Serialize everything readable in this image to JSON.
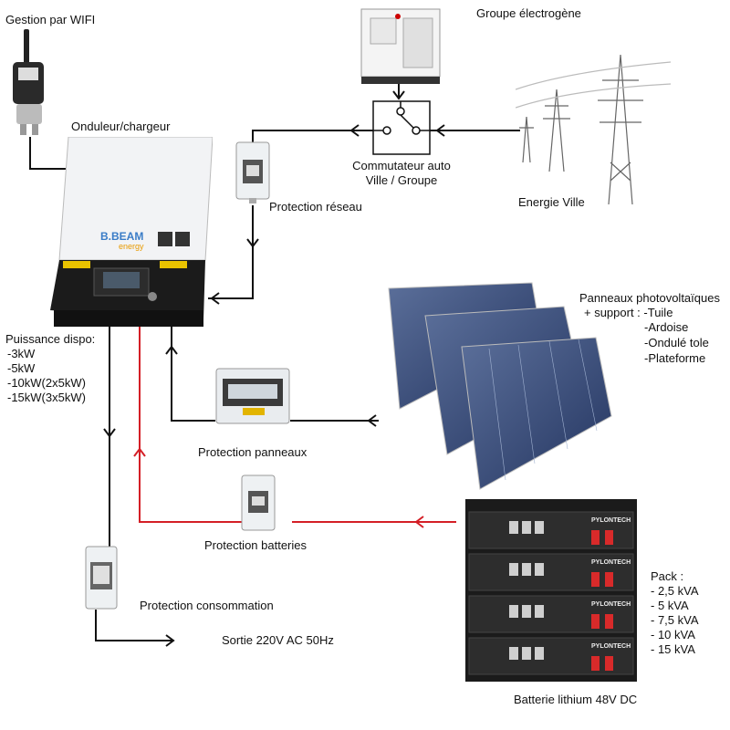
{
  "labels": {
    "wifi": "Gestion par WIFI",
    "inverter": "Onduleur/chargeur",
    "generator": "Groupe électrogène",
    "switch_line1": "Commutateur auto",
    "switch_line2": "Ville / Groupe",
    "grid_protection": "Protection réseau",
    "city_energy": "Energie Ville",
    "panels_line1": "Panneaux photovoltaïques",
    "panels_line2": "+ support : -Tuile",
    "panels_line3": "-Ardoise",
    "panels_line4": "-Ondulé tole",
    "panels_line5": "-Plateforme",
    "power_title": "Puissance dispo:",
    "power_items": [
      "-3kW",
      "-5kW",
      "-10kW(2x5kW)",
      "-15kW(3x5kW)"
    ],
    "panel_protection": "Protection panneaux",
    "battery_protection": "Protection batteries",
    "consumption_protection": "Protection consommation",
    "output": "Sortie 220V AC 50Hz",
    "pack_title": "Pack :",
    "pack_items": [
      "- 2,5 kVA",
      "- 5 kVA",
      "- 7,5 kVA",
      "- 10 kVA",
      "- 15 kVA"
    ],
    "battery": "Batterie lithium 48V DC"
  },
  "brand": {
    "inverter_logo_line1": "B.BEAM",
    "inverter_logo_line2": "energy",
    "battery_brand": "PYLONTECH"
  },
  "colors": {
    "ac_wire": "#111111",
    "dc_battery_wire": "#d41f26"
  }
}
